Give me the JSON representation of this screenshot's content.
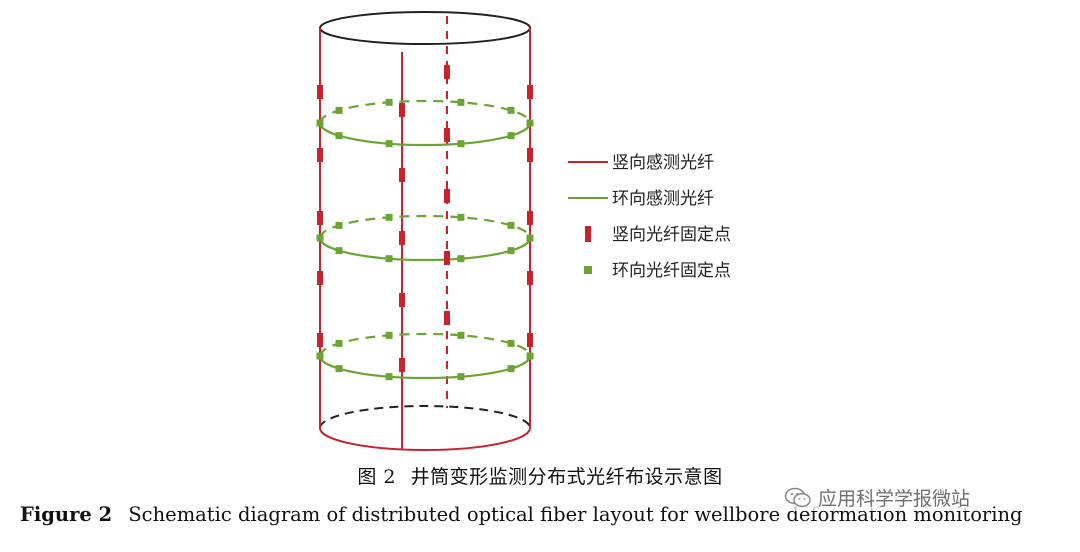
{
  "colors": {
    "vertical_fiber": "#c8232c",
    "hoop_fiber": "#6aa533",
    "outline": "#222222"
  },
  "legend": [
    {
      "type": "line",
      "color": "#c8232c",
      "label": "竖向感测光纤"
    },
    {
      "type": "line",
      "color": "#6aa533",
      "label": "环向感测光纤"
    },
    {
      "type": "marker",
      "color": "#c8232c",
      "label": "竖向光纤固定点"
    },
    {
      "type": "marker",
      "color": "#6aa533",
      "label": "环向光纤固定点"
    }
  ],
  "caption": {
    "zh_number": "图 2",
    "zh_text": "井筒变形监测分布式光纤布设示意图",
    "en_label": "Figure 2",
    "en_text": "Schematic diagram of distributed optical fiber layout for wellbore deformation monitoring"
  },
  "watermark": {
    "text": "应用科学学报微站",
    "icon": "wechat-icon"
  }
}
